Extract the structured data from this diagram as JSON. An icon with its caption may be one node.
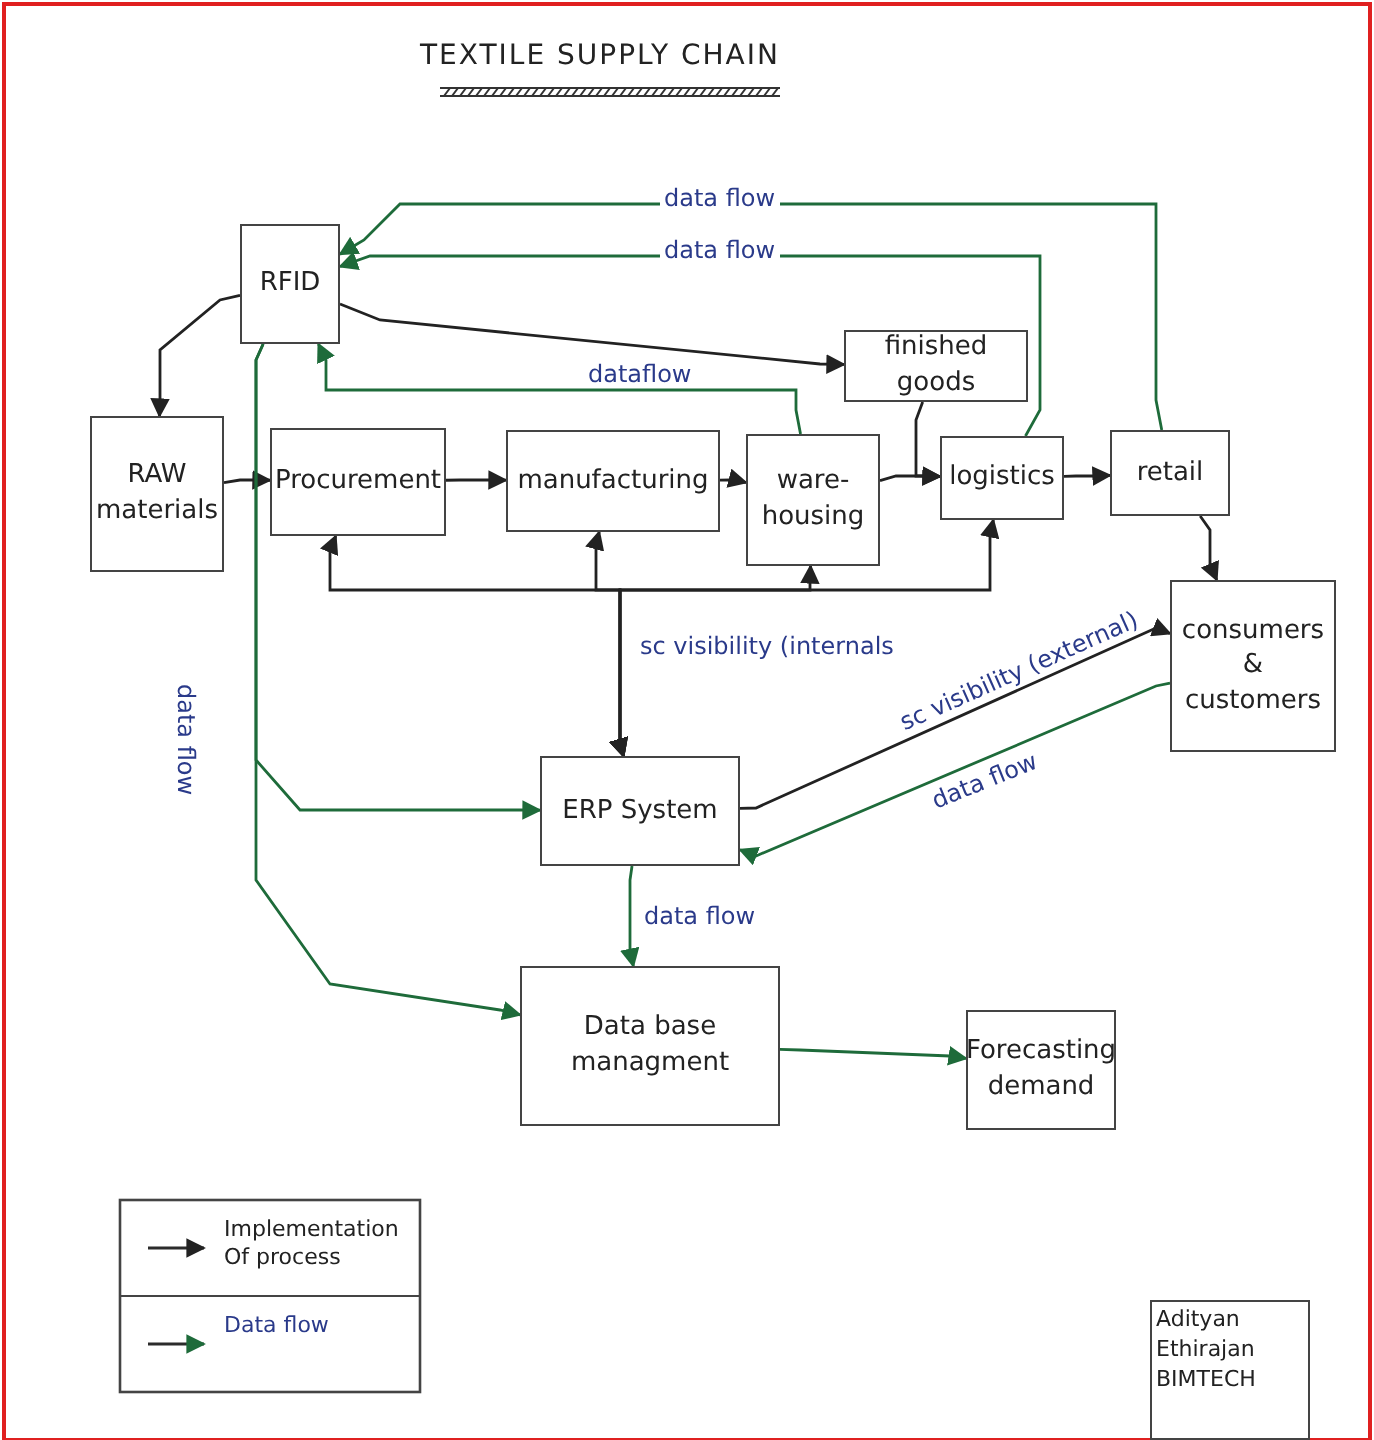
{
  "diagram": {
    "title": "TEXTILE SUPPLY CHAIN",
    "nodes": [
      {
        "text": [
          "RFID"
        ]
      },
      {
        "text": [
          "finished goods"
        ]
      },
      {
        "text": [
          "RAW materials"
        ]
      },
      {
        "text": [
          "Procurement"
        ]
      },
      {
        "text": [
          "manufacturing"
        ]
      },
      {
        "text": [
          "ware-housing"
        ]
      },
      {
        "text": [
          "logistics"
        ]
      },
      {
        "text": [
          "retail"
        ]
      },
      {
        "text": [
          "consumers & customers"
        ]
      },
      {
        "text": [
          "ERP System"
        ]
      },
      {
        "text": [
          "Data base managment"
        ]
      },
      {
        "text": [
          "Forecasting demand"
        ]
      },
      {
        "text": [
          "Adityan Ethirajan BIMTECH"
        ]
      }
    ],
    "edges": [
      {
        "from": 7,
        "to": 0,
        "arrow": "to",
        "label": "data flow",
        "color": "#1e6b3a"
      },
      {
        "from": 6,
        "to": 0,
        "arrow": "to",
        "label": "data flow",
        "color": "#1e6b3a"
      },
      {
        "from": 0,
        "to": 1,
        "arrow": "to"
      },
      {
        "from": 5,
        "to": 0,
        "arrow": "to",
        "label": "dataflow",
        "color": "#1e6b3a"
      },
      {
        "from": 0,
        "to": 2,
        "arrow": "to"
      },
      {
        "from": 1,
        "to": 6,
        "arrow": "to"
      },
      {
        "from": 2,
        "to": 3,
        "arrow": "to"
      },
      {
        "from": 3,
        "to": 4,
        "arrow": "to"
      },
      {
        "from": 4,
        "to": 5,
        "arrow": "to"
      },
      {
        "from": 5,
        "to": 6,
        "arrow": "to"
      },
      {
        "from": 6,
        "to": 7,
        "arrow": "to"
      },
      {
        "from": 7,
        "to": 8,
        "arrow": "to"
      },
      {
        "from": 9,
        "to": 3,
        "arrow": "both"
      },
      {
        "from": 9,
        "to": 4,
        "arrow": "both"
      },
      {
        "from": 9,
        "to": 5,
        "arrow": "both",
        "label": "sc visibility (internals"
      },
      {
        "from": 9,
        "to": 6,
        "arrow": "both"
      },
      {
        "from": 9,
        "to": 8,
        "arrow": "to",
        "label": "sc visibility (external)"
      },
      {
        "from": 8,
        "to": 9,
        "arrow": "to",
        "label": "data flow",
        "color": "#1e6b3a"
      },
      {
        "from": 9,
        "to": 10,
        "arrow": "to",
        "label": "data flow",
        "color": "#1e6b3a"
      },
      {
        "from": 0,
        "to": 9,
        "arrow": "to",
        "label": "data flow",
        "color": "#1e6b3a"
      },
      {
        "from": 0,
        "to": 10,
        "arrow": "to",
        "color": "#1e6b3a"
      },
      {
        "from": 10,
        "to": 11,
        "arrow": "to",
        "color": "#1e6b3a"
      }
    ],
    "legend": [
      {
        "text": "Implementation Of process"
      },
      {
        "text": "Data flow"
      }
    ]
  }
}
